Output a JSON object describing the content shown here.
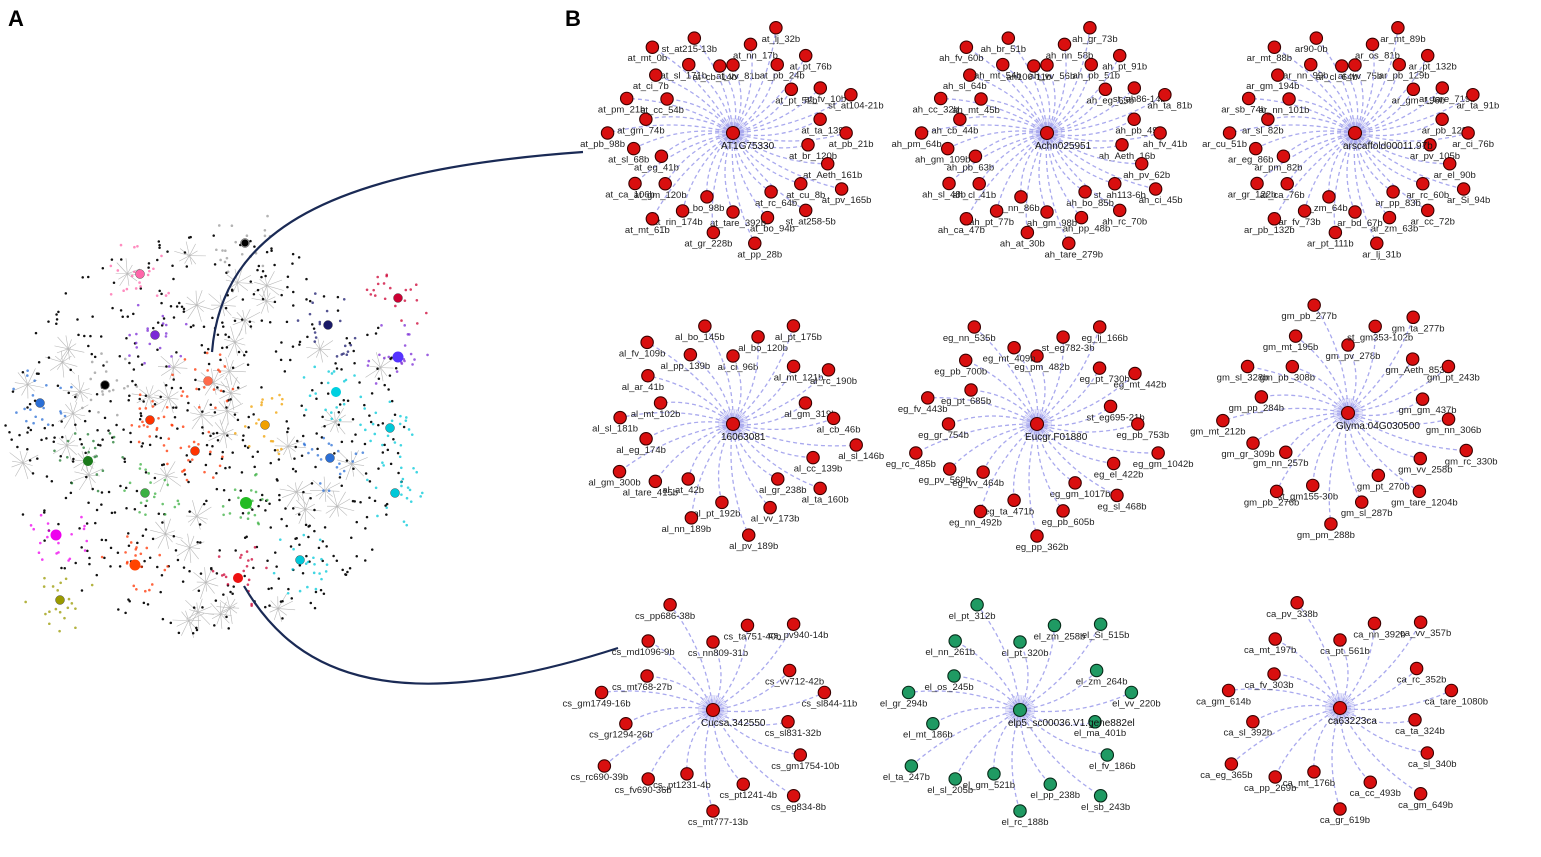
{
  "panels": {
    "a_label": "A",
    "b_label": "B"
  },
  "colors": {
    "node_red": "#d90f0f",
    "node_green": "#1f9a63",
    "edge": "#a9a9ee",
    "connector": "#1a2a55",
    "overview_dot": "#111111",
    "clusters": [
      "#ff66aa",
      "#2b6fd6",
      "#1f7a2f",
      "#7b2bd6",
      "#f0a000",
      "#00c8d8",
      "#ff3300",
      "#3cb043",
      "#ee00ee",
      "#9a9a00",
      "#cc0033",
      "#1a1a6e",
      "#999999"
    ]
  },
  "networks": [
    {
      "hub": "AT1G75330",
      "color": "red",
      "leaves": [
        "at_vv_81b",
        "at_nn_17b",
        "at_lj_32b",
        "at_pb_24b",
        "at_pt_76b",
        "at_pt_52b",
        "at_fv_10b",
        "st_at104-21b",
        "at_ta_139b",
        "at_pb_21b",
        "at_br_120b",
        "at_Aeth_161b",
        "at_pv_165b",
        "at_cu_8b",
        "st_at258-5b",
        "at_rc_64b",
        "at_bo_94b",
        "at_pp_28b",
        "at_tare_392b",
        "at_gr_228b",
        "at_bo_98b",
        "at_rin_174b",
        "at_mt_61b",
        "at_gm_120b",
        "at_ca_106b",
        "at_eg_41b",
        "at_sl_68b",
        "at_pb_98b",
        "at_gm_74b",
        "at_pm_21b",
        "at_cc_54b",
        "at_ci_7b",
        "at_mt_0b",
        "at_sl_171b",
        "st_at215-13b",
        "at_cb_14b"
      ]
    },
    {
      "hub": "Achn025951",
      "color": "red",
      "leaves": [
        "ah_vv_56b",
        "ah_nn_58b",
        "ah_gr_73b",
        "ah_pb_51b",
        "ah_pt_91b",
        "ah_eg_65b",
        "st_ah86-14b",
        "ah_ta_81b",
        "ah_pb_49b",
        "ah_fv_41b",
        "ah_Aeth_16b",
        "ah_pv_62b",
        "ah_ci_45b",
        "st_ah113-6b",
        "ah_rc_70b",
        "ah_bo_85b",
        "ah_pp_48b",
        "ah_tare_279b",
        "ah_gm_98b",
        "ah_at_30b",
        "ah_nn_86b",
        "ah_pt_77b",
        "ah_ca_47b",
        "ah_cl_41b",
        "ah_sl_48b",
        "ah_pb_63b",
        "ah_gm_109b",
        "ah_pm_64b",
        "ah_cb_44b",
        "ah_cc_32b",
        "ah_mt_45b",
        "ah_sl_64b",
        "ah_fv_60b",
        "ah_mt_54b",
        "ah_br_51b",
        "ah100-11b"
      ]
    },
    {
      "hub": "arscaffold00011.97b",
      "color": "red",
      "leaves": [
        "ar_vv_75b",
        "ar_os_81b",
        "ar_mt_89b",
        "ar_pb_129b",
        "ar_pt_132b",
        "ar_gm_196b",
        "ar_tare_719b",
        "ar_ta_91b",
        "ar_pb_128b",
        "ar_ci_76b",
        "ar_pv_105b",
        "ar_el_90b",
        "ar_Si_94b",
        "ar_rc_60b",
        "ar_cc_72b",
        "ar_pp_83b",
        "ar_zm_63b",
        "ar_lj_31b",
        "ar_bd_67b",
        "ar_pt_111b",
        "ar_zm_64b",
        "ar_fv_73b",
        "ar_pb_132b",
        "ar_ca_76b",
        "ar_gr_122b",
        "ar_pm_82b",
        "ar_eg_86b",
        "ar_cu_51b",
        "ar_sl_82b",
        "ar_sb_74b",
        "ar_nn_101b",
        "ar_gm_194b",
        "ar_mt_88b",
        "ar_nn_99b",
        "ar90-0b",
        "ar_cl_64b"
      ]
    },
    {
      "hub": "16063081",
      "color": "red",
      "leaves": [
        "al_ci_96b",
        "al_bo_120b",
        "al_pt_175b",
        "al_mt_121b",
        "al_rc_190b",
        "al_gm_319b",
        "al_cb_46b",
        "al_sl_146b",
        "al_cc_139b",
        "al_ta_160b",
        "al_gr_238b",
        "al_vv_173b",
        "al_pv_189b",
        "al_pt_192b",
        "al_nn_189b",
        "al_at_42b",
        "al_tare_415b",
        "al_gm_300b",
        "al_eg_174b",
        "al_sl_181b",
        "al_mt_102b",
        "al_ar_41b",
        "al_fv_109b",
        "al_pp_139b",
        "al_bo_145b"
      ]
    },
    {
      "hub": "Eucgr.F01880",
      "color": "red",
      "leaves": [
        "eg_pm_482b",
        "st_eg782-3b",
        "eg_lj_166b",
        "eg_pt_730b",
        "eg_mt_442b",
        "st_eg695-21b",
        "eg_pb_753b",
        "eg_gm_1042b",
        "eg_el_422b",
        "eg_sl_468b",
        "eg_gm_1017b",
        "eg_pb_605b",
        "eg_pp_362b",
        "eg_ta_471b",
        "eg_nn_492b",
        "eg_vv_464b",
        "eg_pv_569b",
        "eg_rc_485b",
        "eg_gr_754b",
        "eg_fv_443b",
        "eg_pt_685b",
        "eg_pb_700b",
        "eg_nn_535b",
        "eg_mt_409b"
      ]
    },
    {
      "hub": "Glyma.04G030500",
      "color": "red",
      "leaves": [
        "gm_pv_278b",
        "st_gm353-102b",
        "gm_ta_277b",
        "gm_Aeth_853b",
        "gm_pt_243b",
        "gm_gm_437b",
        "gm_nn_306b",
        "gm_rc_330b",
        "gm_vv_258b",
        "gm_tare_1204b",
        "gm_pt_270b",
        "gm_sl_287b",
        "gm_pm_288b",
        "st_gm155-30b",
        "gm_pb_276b",
        "gm_nn_257b",
        "gm_gr_309b",
        "gm_mt_212b",
        "gm_pp_284b",
        "gm_sl_328b",
        "gm_pb_308b",
        "gm_mt_195b",
        "gm_pb_277b"
      ]
    },
    {
      "hub": "Cucsa.342550",
      "color": "red",
      "leaves": [
        "cs_nn809-31b",
        "cs_ta751-40b",
        "cs_pv940-14b",
        "cs_vv712-42b",
        "cs_sl844-11b",
        "cs_sl831-32b",
        "cs_gm1754-10b",
        "cs_eg834-8b",
        "cs_pt1241-4b",
        "cs_mt777-13b",
        "cs_pt1231-4b",
        "cs_fv690-36b",
        "cs_rc690-39b",
        "cs_gr1294-26b",
        "cs_gm1749-16b",
        "cs_mt768-27b",
        "cs_md1096-9b",
        "cs_pp686-38b"
      ]
    },
    {
      "hub": "elp5_sc00036.V1.gene882el",
      "color": "green",
      "leaves": [
        "el_pt_320b",
        "el_zm_258b",
        "el_Si_515b",
        "el_zm_264b",
        "el_vv_220b",
        "el_ma_401b",
        "el_fv_186b",
        "el_sb_243b",
        "el_pp_238b",
        "el_rc_188b",
        "el_gm_521b",
        "el_sl_205b",
        "el_ta_247b",
        "el_mt_186b",
        "el_gr_294b",
        "el_os_245b",
        "el_nn_261b",
        "el_pt_312b"
      ]
    },
    {
      "hub": "ca63223ca",
      "color": "red",
      "leaves": [
        "ca_pt_561b",
        "ca_nn_392b",
        "ca_vv_357b",
        "ca_rc_352b",
        "ca_tare_1080b",
        "ca_ta_324b",
        "ca_sl_340b",
        "ca_gm_649b",
        "ca_cc_493b",
        "ca_gr_619b",
        "ca_mt_176b",
        "ca_pp_269b",
        "ca_eg_365b",
        "ca_sl_392b",
        "ca_gm_614b",
        "ca_fv_303b",
        "ca_mt_197b",
        "ca_pv_338b"
      ]
    }
  ]
}
